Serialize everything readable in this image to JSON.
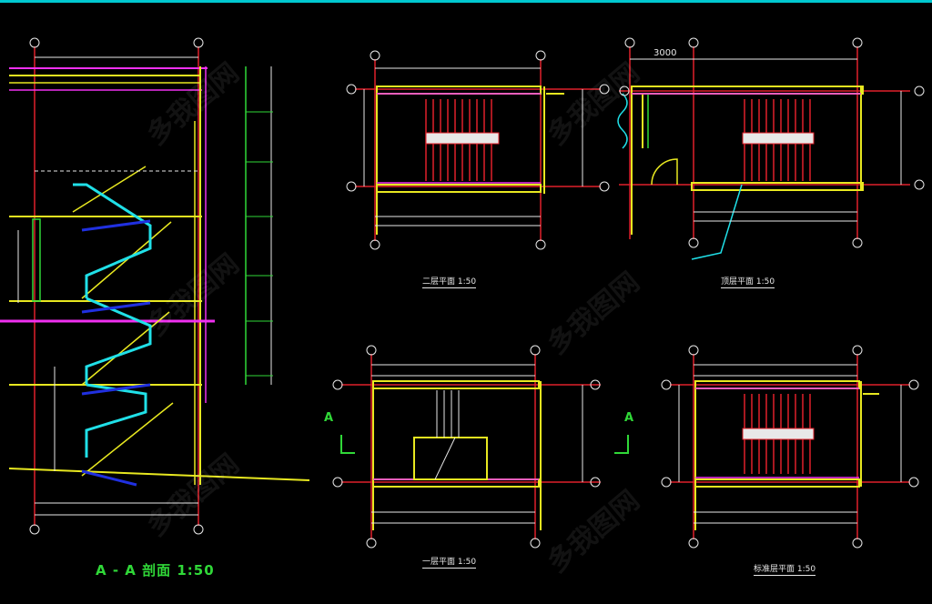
{
  "colors": {
    "background": "#000000",
    "wall_red": "#e0202a",
    "grid_line_red": "#e0202a",
    "yellow": "#e8e820",
    "magenta": "#f030f0",
    "cyan": "#20e0e8",
    "green": "#30d838",
    "white": "#e8e8e8",
    "accent_bar": "#00c8d0"
  },
  "views": {
    "section": {
      "title": "A - A 剖面 1:50"
    },
    "plan_2": {
      "title": "二层平面 1:50"
    },
    "plan_top": {
      "title": "顶层平面 1:50"
    },
    "plan_1": {
      "title": "一层平面 1:50"
    },
    "plan_std": {
      "title": "标准层平面 1:50"
    }
  },
  "annotations": {
    "dim_3000": "3000",
    "section_marker_left": "A",
    "section_marker_right": "A"
  },
  "watermark": "多我图网"
}
